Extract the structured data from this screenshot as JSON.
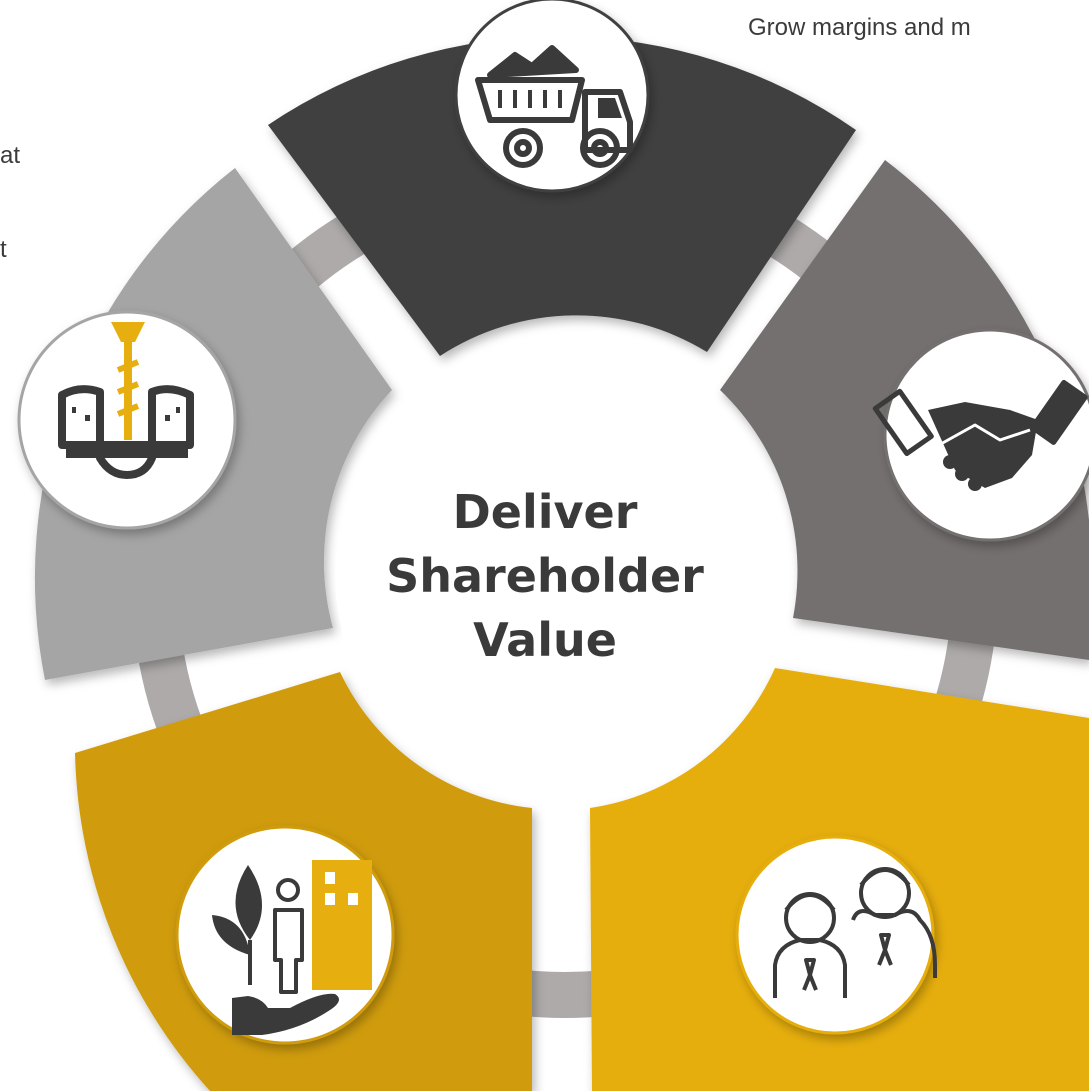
{
  "diagram": {
    "center": {
      "lines": [
        "Deliver",
        "Shareholder",
        "Value"
      ]
    },
    "notes": {
      "top_right": "Grow margins and m",
      "left_1": "at",
      "left_2": "t"
    },
    "segments": [
      {
        "position": "top",
        "icon": "mining-truck-icon",
        "color": "#404040"
      },
      {
        "position": "right",
        "icon": "handshake-icon",
        "color": "#747070"
      },
      {
        "position": "bottom-right",
        "icon": "people-icon",
        "color": "#e6ae0f"
      },
      {
        "position": "bottom-left",
        "icon": "environment-community-icon",
        "color": "#d09c0b"
      },
      {
        "position": "left",
        "icon": "drilling-icon",
        "color": "#a5a5a5"
      }
    ],
    "colors": {
      "ring": "#aeaaaa",
      "accent": "#e6ae0f",
      "icon": "#3a3a3a",
      "text": "#3a3a3a"
    }
  }
}
